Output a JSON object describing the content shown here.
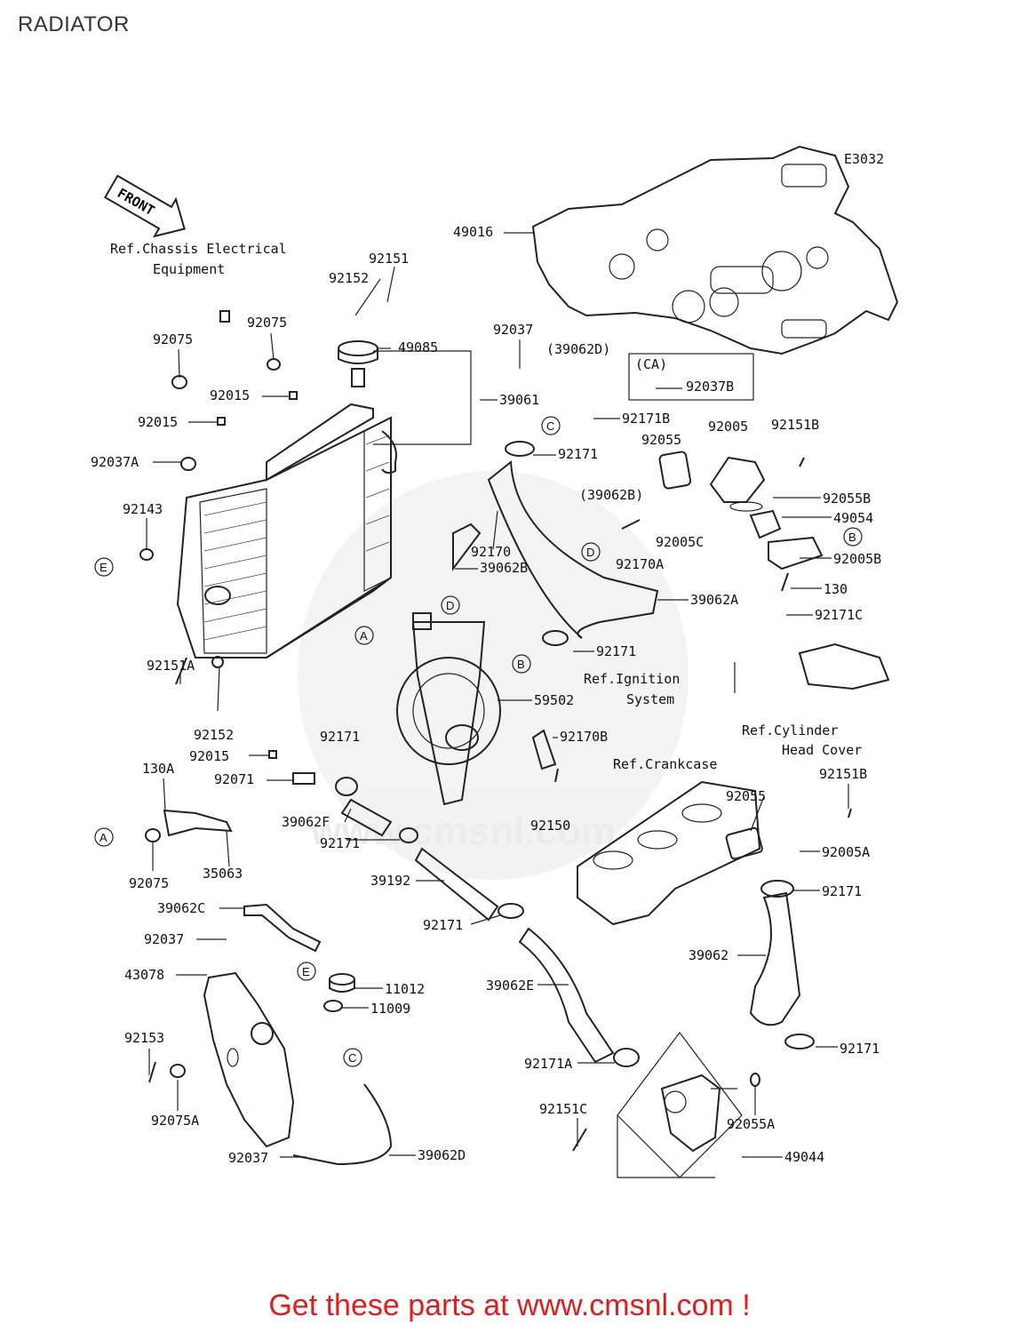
{
  "title": "RADIATOR",
  "drawing_code": "E3032",
  "front_label": "FRONT",
  "promo": "Get these parts at www.cmsnl.com !",
  "watermark_text": "www.cmsnl.com",
  "references": {
    "chassis_electrical_1": "Ref.Chassis Electrical",
    "chassis_electrical_2": "Equipment",
    "ignition_1": "Ref.Ignition",
    "ignition_2": "System",
    "cylinder_head_1": "Ref.Cylinder",
    "cylinder_head_2": "Head Cover",
    "crankcase": "Ref.Crankcase",
    "ca_group": "(CA)"
  },
  "part_labels": [
    "49016",
    "92151",
    "92152",
    "92075",
    "92075",
    "49085",
    "92037",
    "(39062D)",
    "92037B",
    "92015",
    "92015",
    "39061",
    "92171B",
    "92037A",
    "92171",
    "92055",
    "92005",
    "92151B",
    "(39062B)",
    "92055B",
    "92143",
    "49054",
    "92170",
    "39062B",
    "92005C",
    "92170A",
    "92005B",
    "130",
    "39062A",
    "92171C",
    "92171",
    "92151A",
    "Ref.Ignition",
    "59502",
    "92152",
    "92171",
    "92170B",
    "92015",
    "92071",
    "130A",
    "39062F",
    "92150",
    "92055",
    "92151B",
    "92171",
    "92005A",
    "35063",
    "92075",
    "39192",
    "92171",
    "39062C",
    "92037",
    "39062",
    "43078",
    "11012",
    "11009",
    "39062E",
    "92153",
    "92171",
    "92171A",
    "92075A",
    "92151C",
    "92055A",
    "92037",
    "39062D",
    "49044"
  ],
  "circle_letters": [
    "A",
    "A",
    "B",
    "B",
    "C",
    "C",
    "D",
    "D",
    "E",
    "E"
  ]
}
